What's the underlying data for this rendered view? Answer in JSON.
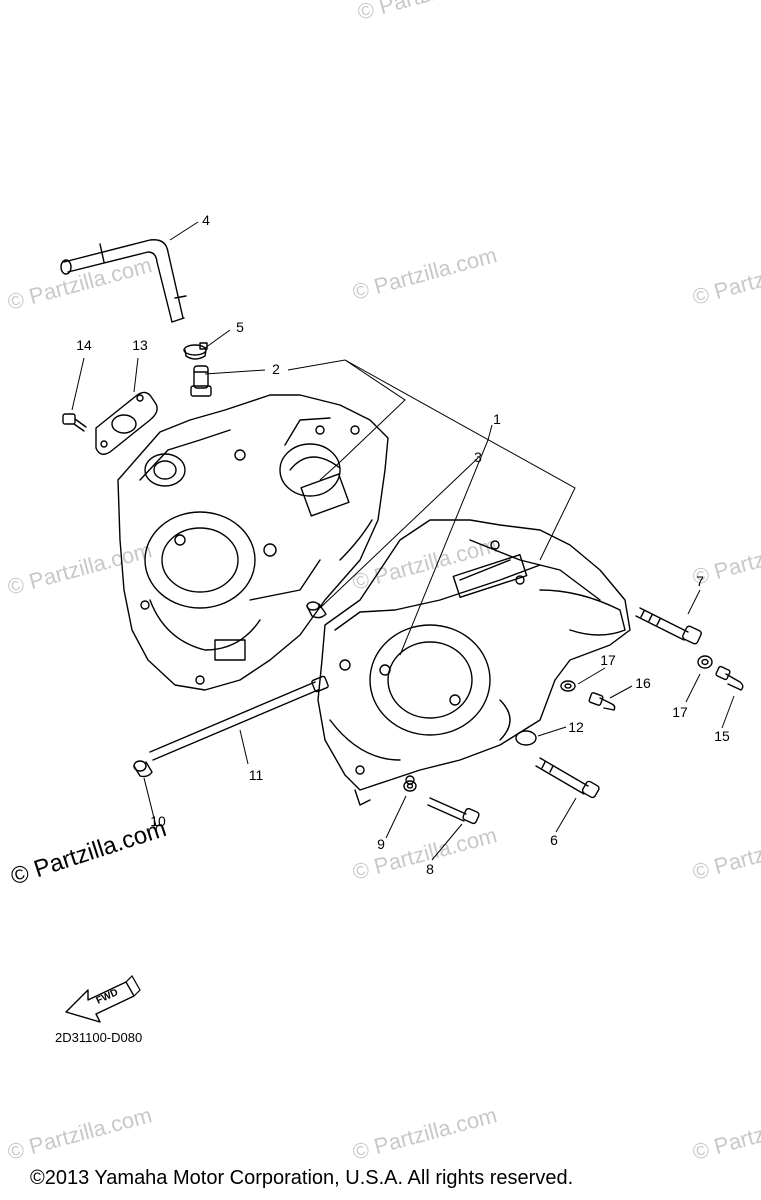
{
  "diagram": {
    "callouts": [
      "1",
      "2",
      "3",
      "4",
      "5",
      "6",
      "7",
      "8",
      "9",
      "10",
      "11",
      "12",
      "13",
      "14",
      "15",
      "16",
      "17",
      "17"
    ],
    "fwd_label": "FWD",
    "diagram_code": "2D31100-D080",
    "copyright": "©2013  Yamaha Motor Corporation, U.S.A. All rights reserved.",
    "watermark": "© Partzilla.com"
  },
  "colors": {
    "line": "#000000",
    "watermark": "#c8c8c8"
  },
  "icons": [
    "fwd-arrow-icon"
  ]
}
